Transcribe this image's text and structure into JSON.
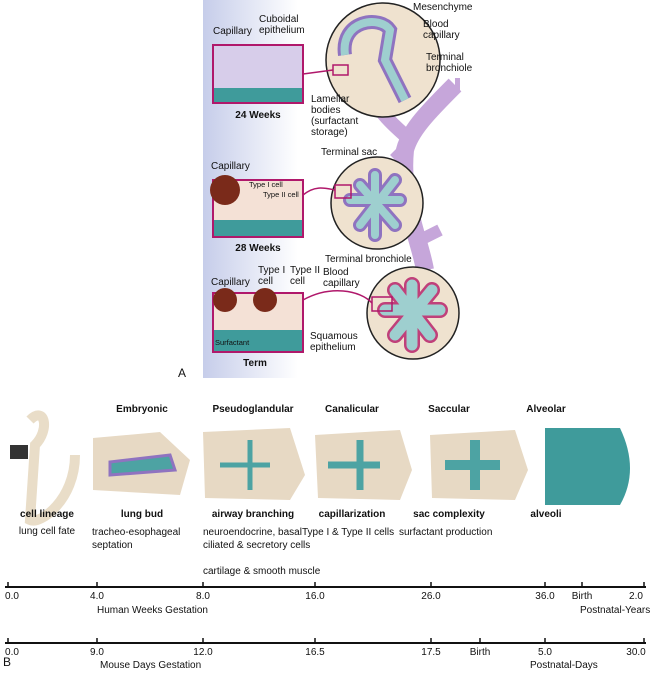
{
  "panel_a": {
    "label": "A",
    "insets": [
      {
        "title": "24 Weeks",
        "labels": [
          "Capillary",
          "Cuboidal\nepithelium",
          "Lamellar\nbodies\n(surfactant\nstorage)"
        ]
      },
      {
        "title": "28 Weeks",
        "labels": [
          "Capillary",
          "Type I cell",
          "Type II cell"
        ]
      },
      {
        "title": "Term",
        "labels": [
          "Capillary",
          "Type I\ncell",
          "Type II\ncell",
          "Surfactant"
        ]
      }
    ],
    "circle_labels": {
      "mesenchyme": "Mesenchyme",
      "blood_capillary_top": "Blood\ncapillary",
      "terminal_bronchiole_top": "Terminal\nbronchiole",
      "terminal_sac": "Terminal sac",
      "terminal_bronchiole_bottom": "Terminal bronchiole",
      "blood_capillary_bottom": "Blood\ncapillary",
      "squamous_epithelium": "Squamous\nepithelium"
    },
    "colors": {
      "gradient_start": "#c6cdea",
      "inset_border": "#b0186b",
      "airway": "#c6a6da",
      "lumen": "#9ecfcf",
      "mesenchyme": "#efe2cf",
      "capillary": "#8b1a1a"
    }
  },
  "panel_b": {
    "label": "B",
    "stages": [
      {
        "name": "",
        "feature": "cell lineage",
        "description": "lung cell fate"
      },
      {
        "name": "Embryonic",
        "feature": "lung bud",
        "description": "tracheo-esophageal\nseptation"
      },
      {
        "name": "Pseudoglandular",
        "feature": "airway branching",
        "description": "neuroendocrine, basal\nciliated & secretory cells\n\ncartilage & smooth muscle"
      },
      {
        "name": "Canalicular",
        "feature": "capillarization",
        "description": "Type I & Type II cells"
      },
      {
        "name": "Saccular",
        "feature": "sac complexity",
        "description": "surfactant production"
      },
      {
        "name": "Alveolar",
        "feature": "alveoli",
        "description": ""
      }
    ],
    "human_timeline": {
      "ticks": [
        "0.0",
        "4.0",
        "8.0",
        "16.0",
        "26.0",
        "36.0",
        "Birth",
        "2.0"
      ],
      "label": "Human Weeks Gestation",
      "postnatal_label": "Postnatal-Years"
    },
    "mouse_timeline": {
      "ticks": [
        "0.0",
        "9.0",
        "12.0",
        "16.5",
        "17.5",
        "Birth",
        "5.0",
        "30.0"
      ],
      "label": "Mouse Days Gestation",
      "postnatal_label": "Postnatal-Days"
    }
  }
}
